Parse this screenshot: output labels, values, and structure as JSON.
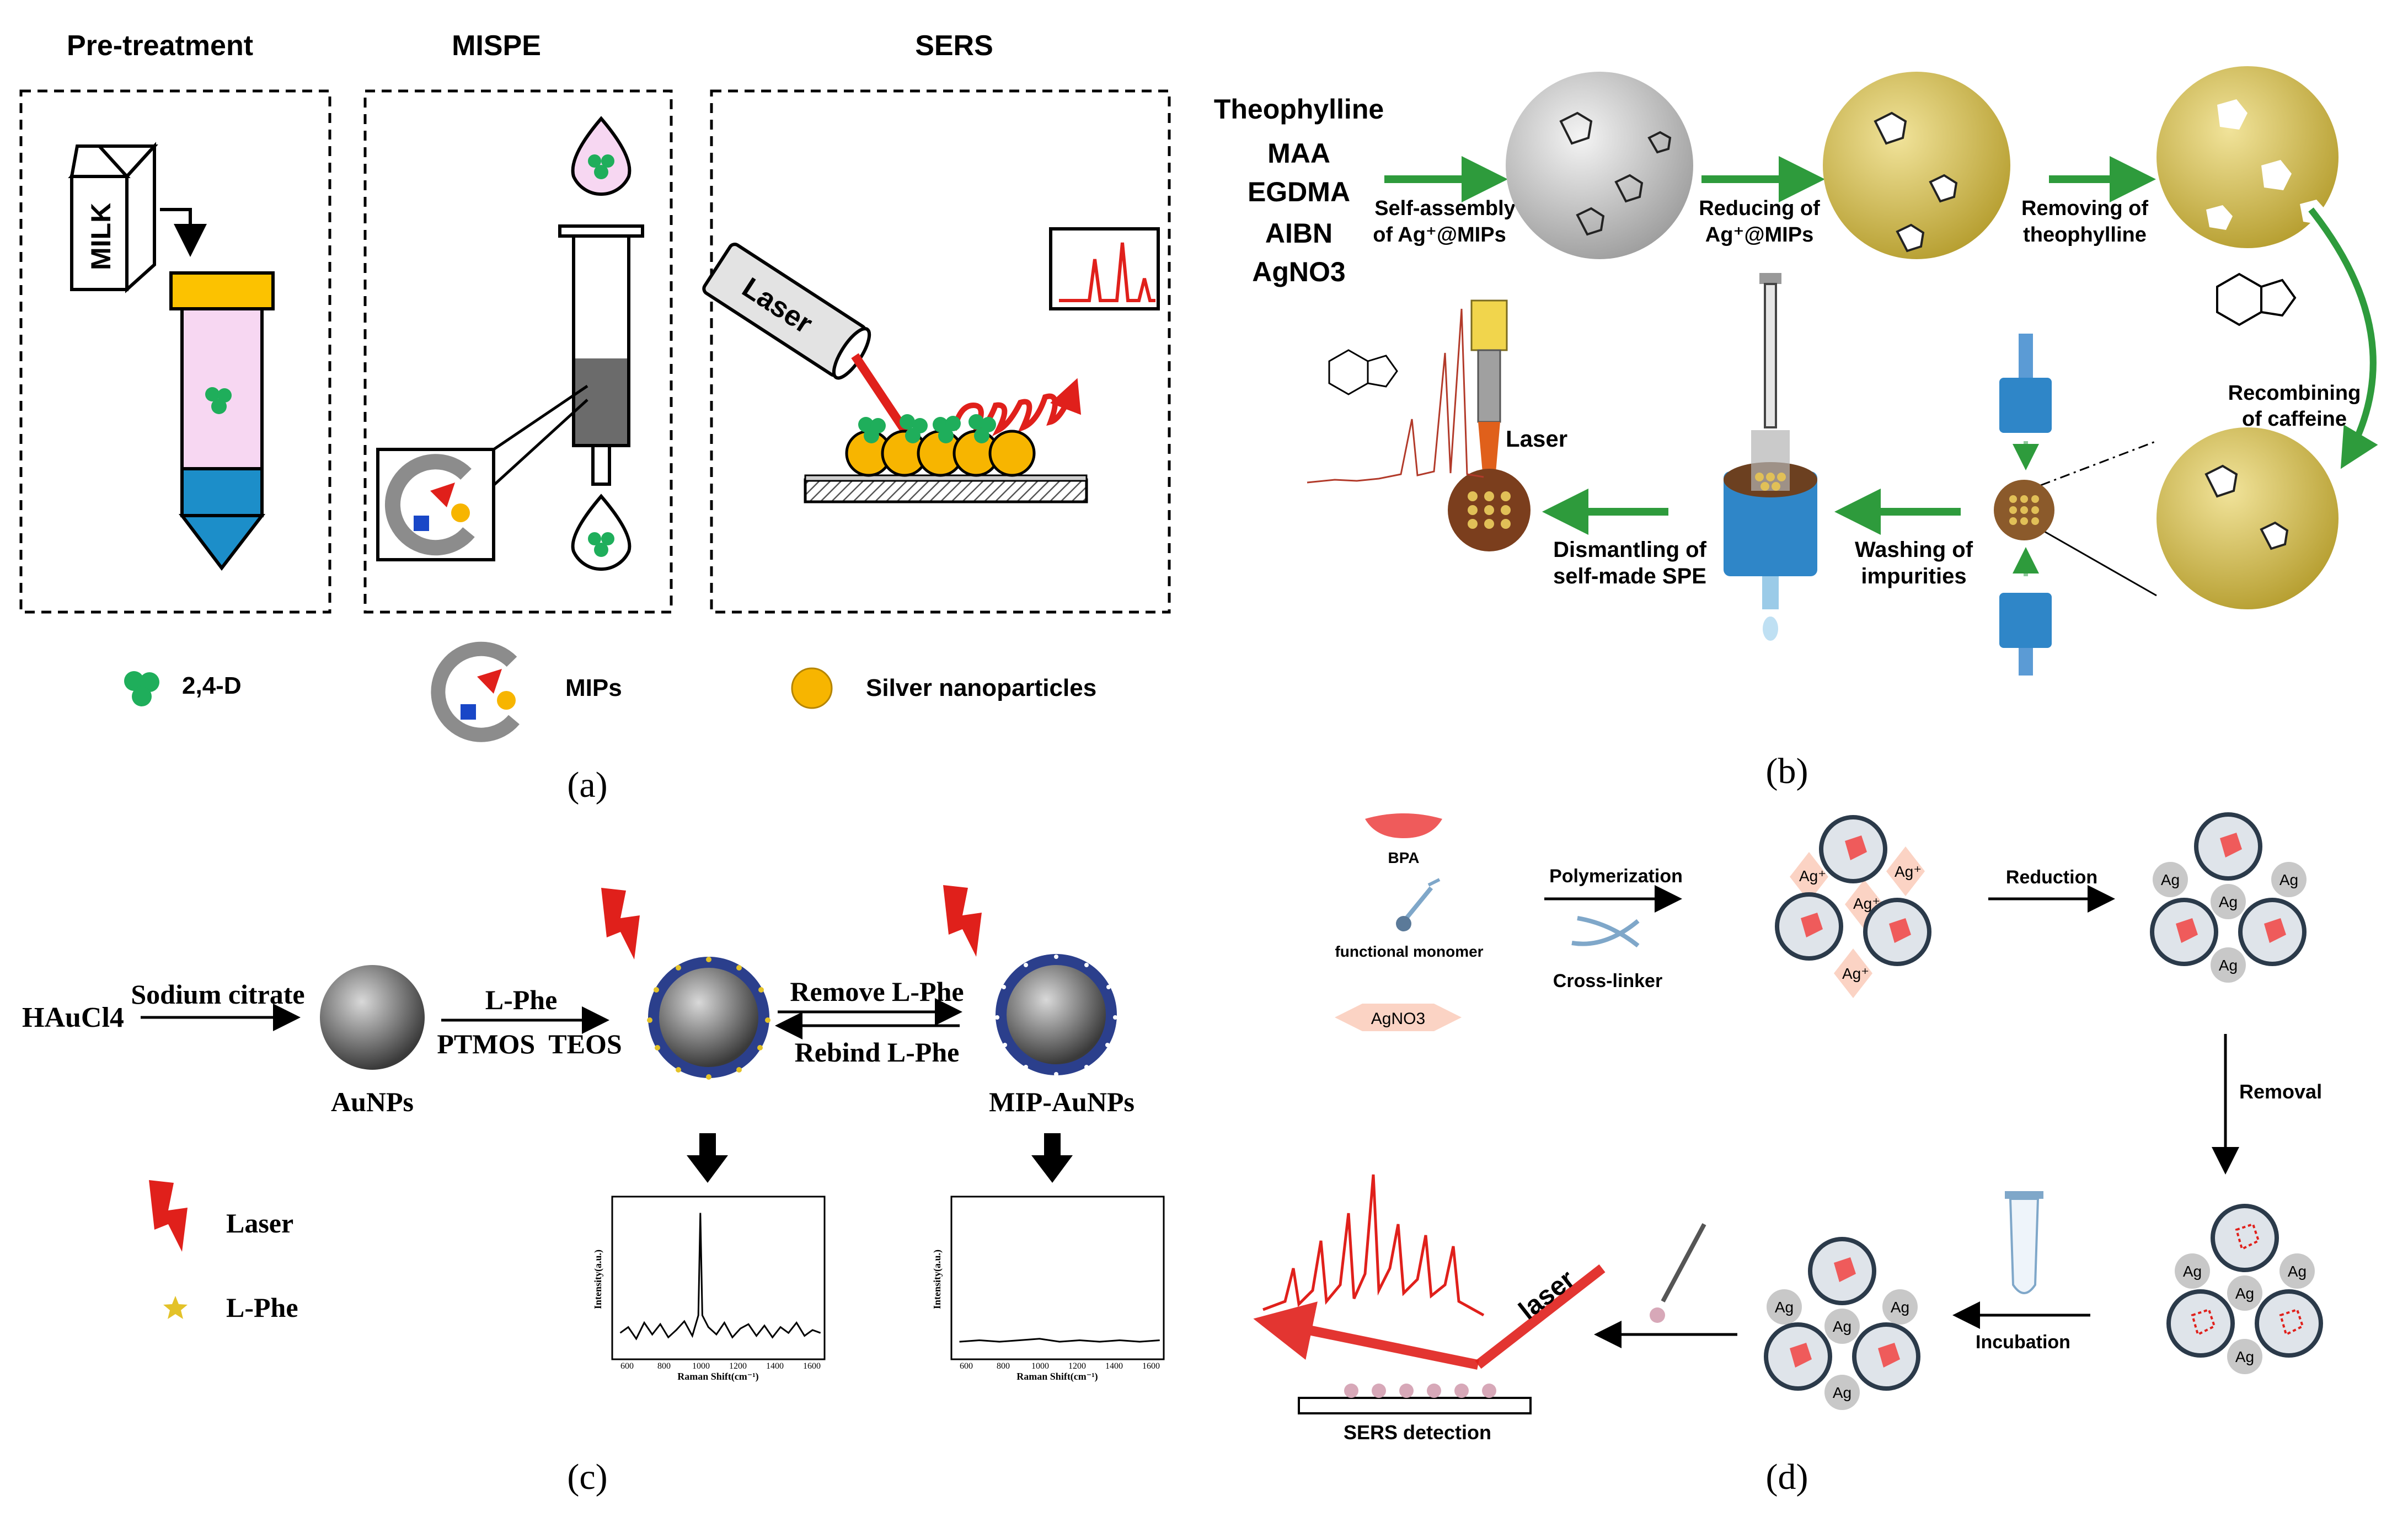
{
  "panel_labels": {
    "a": "(a)",
    "b": "(b)",
    "c": "(c)",
    "d": "(d)"
  },
  "panel_a": {
    "headers": {
      "pretreatment": "Pre-treatment",
      "mispe": "MISPE",
      "sers": "SERS"
    },
    "milk_label": "MILK",
    "laser_label": "Laser",
    "legend": {
      "analyte": "2,4-D",
      "mips": "MIPs",
      "silver": "Silver nanoparticles"
    }
  },
  "panel_b": {
    "reagents": [
      "Theophylline",
      "MAA",
      "EGDMA",
      "AIBN",
      "AgNO3"
    ],
    "steps": {
      "self_assembly": [
        "Self-assembly",
        "of Ag⁺@MIPs"
      ],
      "reducing": [
        "Reducing of",
        "Ag⁺@MIPs"
      ],
      "removing": [
        "Removing of",
        "theophylline"
      ],
      "recombining": [
        "Recombining",
        "of caffeine"
      ],
      "washing": [
        "Washing of",
        "impurities"
      ],
      "dismantling": [
        "Dismantling of",
        "self-made SPE"
      ]
    },
    "laser_label": "Laser"
  },
  "panel_c": {
    "precursor": "HAuCl4",
    "reductant": "Sodium citrate",
    "aunps": "AuNPs",
    "template": "L-Phe",
    "silanes": "PTMOS  TEOS",
    "remove": "Remove L-Phe",
    "rebind": "Rebind L-Phe",
    "mip_aunps": "MIP-AuNPs",
    "legend": {
      "laser": "Laser",
      "lphe": "L-Phe"
    },
    "spectra": {
      "ylabel": "Intensity(a.u.)",
      "xlabel": "Raman Shift(cm⁻¹)",
      "ticks": [
        "600",
        "800",
        "1000",
        "1200",
        "1400",
        "1600"
      ]
    }
  },
  "panel_d": {
    "bpa": "BPA",
    "monomer": "functional monomer",
    "agno3": "AgNO3",
    "polymerization": "Polymerization",
    "crosslinker": "Cross-linker",
    "reduction": "Reduction",
    "removal": "Removal",
    "incubation": "Incubation",
    "sers": "SERS detection",
    "laser": "laser",
    "ag": "Ag",
    "agplus": "Ag⁺"
  },
  "colors": {
    "green": "#1fae5b",
    "arrow_green": "#2e9b3c",
    "silver": "#f7b500",
    "laser_red": "#e0201b",
    "tube_pink": "#f7d7f2",
    "tube_blue": "#1c8ec9",
    "cap_yellow": "#fcc200",
    "gold_bg": "#d8c255",
    "au_gray": "#6d6d6d",
    "mip_blue": "#2b3f8c"
  },
  "chart_data": [
    {
      "type": "line",
      "title": "",
      "xlabel": "Raman Shift(cm⁻¹)",
      "ylabel": "Intensity(a.u.)",
      "xlim": [
        560,
        1620
      ],
      "x": [
        600,
        640,
        680,
        720,
        760,
        800,
        840,
        880,
        920,
        960,
        990,
        1000,
        1010,
        1040,
        1080,
        1120,
        1160,
        1200,
        1240,
        1280,
        1320,
        1360,
        1400,
        1440,
        1480,
        1520,
        1560,
        1600
      ],
      "series": [
        {
          "values": [
            0.18,
            0.22,
            0.14,
            0.25,
            0.17,
            0.24,
            0.15,
            0.2,
            0.26,
            0.16,
            0.3,
            1.0,
            0.3,
            0.22,
            0.17,
            0.25,
            0.15,
            0.21,
            0.24,
            0.16,
            0.23,
            0.15,
            0.22,
            0.18,
            0.25,
            0.16,
            0.2,
            0.18
          ]
        }
      ]
    },
    {
      "type": "line",
      "title": "",
      "xlabel": "Raman Shift(cm⁻¹)",
      "ylabel": "Intensity(a.u.)",
      "xlim": [
        560,
        1620
      ],
      "x": [
        600,
        700,
        800,
        900,
        1000,
        1100,
        1200,
        1300,
        1400,
        1500,
        1600
      ],
      "series": [
        {
          "values": [
            0.12,
            0.13,
            0.12,
            0.13,
            0.14,
            0.12,
            0.13,
            0.12,
            0.13,
            0.12,
            0.13
          ]
        }
      ]
    }
  ]
}
